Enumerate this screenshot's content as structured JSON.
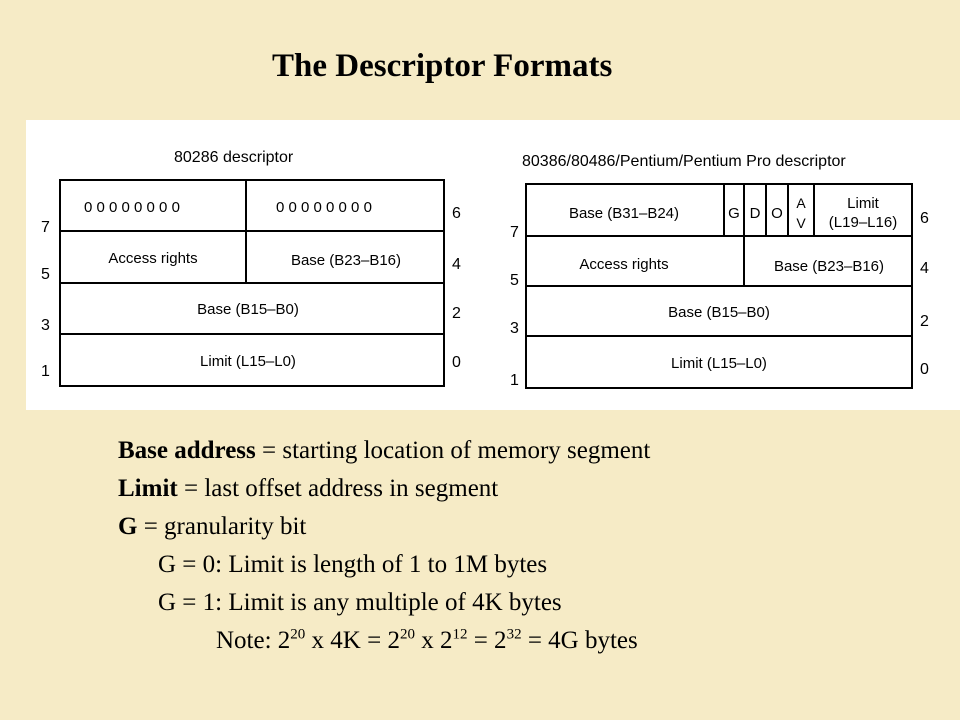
{
  "title": "The Descriptor Formats",
  "d286": {
    "caption": "80286 descriptor",
    "zeros_left": "0 0 0 0 0 0 0 0",
    "zeros_right": "0 0 0 0 0 0 0 0",
    "access_rights": "Access rights",
    "base_hi": "Base (B23–B16)",
    "base_lo": "Base (B15–B0)",
    "limit": "Limit (L15–L0)",
    "left_nums": [
      "7",
      "5",
      "3",
      "1"
    ],
    "right_nums": [
      "6",
      "4",
      "2",
      "0"
    ]
  },
  "d386": {
    "caption": "80386/80486/Pentium/Pentium Pro descriptor",
    "base_top": "Base (B31–B24)",
    "g": "G",
    "d": "D",
    "o": "O",
    "av_a": "A",
    "av_v": "V",
    "limit_hi_1": "Limit",
    "limit_hi_2": "(L19–L16)",
    "access_rights": "Access rights",
    "base_hi": "Base (B23–B16)",
    "base_lo": "Base (B15–B0)",
    "limit": "Limit (L15–L0)",
    "left_nums": [
      "7",
      "5",
      "3",
      "1"
    ],
    "right_nums": [
      "6",
      "4",
      "2",
      "0"
    ]
  },
  "notes": {
    "base_term": "Base address",
    "base_def": " = starting location of memory segment",
    "limit_term": "Limit",
    "limit_def": " = last offset address in segment",
    "g_term": "G",
    "g_def": " = granularity bit",
    "g0": "G = 0:  Limit is length of 1 to 1M bytes",
    "g1": "G = 1:  Limit is any multiple of 4K bytes",
    "note_a": "Note: 2",
    "note_exp1": "20",
    "note_b": " x 4K = 2",
    "note_exp2": "20",
    "note_c": " x 2",
    "note_exp3": "12",
    "note_d": " = 2",
    "note_exp4": "32",
    "note_e": " = 4G bytes"
  }
}
